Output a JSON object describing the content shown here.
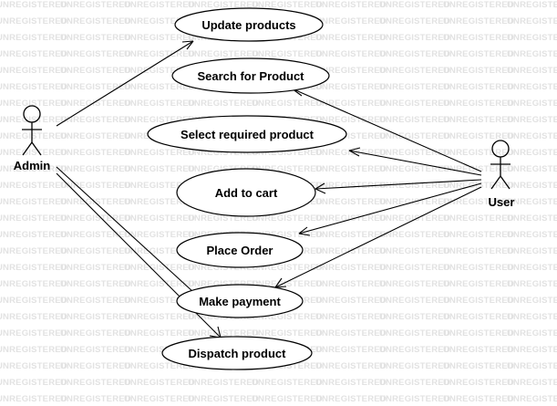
{
  "watermark": {
    "text": "UNREGISTERED",
    "color": "#e2e2e2"
  },
  "actors": {
    "admin": {
      "label": "Admin"
    },
    "user": {
      "label": "User"
    }
  },
  "use_cases": {
    "update_products": "Update products",
    "search_for_product": "Search for Product",
    "select_required_product": "Select required product",
    "add_to_cart": "Add to cart",
    "place_order": "Place Order",
    "make_payment": "Make payment",
    "dispatch_product": "Dispatch product"
  },
  "associations": [
    {
      "from": "admin",
      "to": "update_products"
    },
    {
      "from": "admin",
      "to": "make_payment"
    },
    {
      "from": "admin",
      "to": "dispatch_product"
    },
    {
      "from": "user",
      "to": "search_for_product"
    },
    {
      "from": "user",
      "to": "select_required_product"
    },
    {
      "from": "user",
      "to": "add_to_cart"
    },
    {
      "from": "user",
      "to": "place_order"
    },
    {
      "from": "user",
      "to": "make_payment"
    }
  ]
}
